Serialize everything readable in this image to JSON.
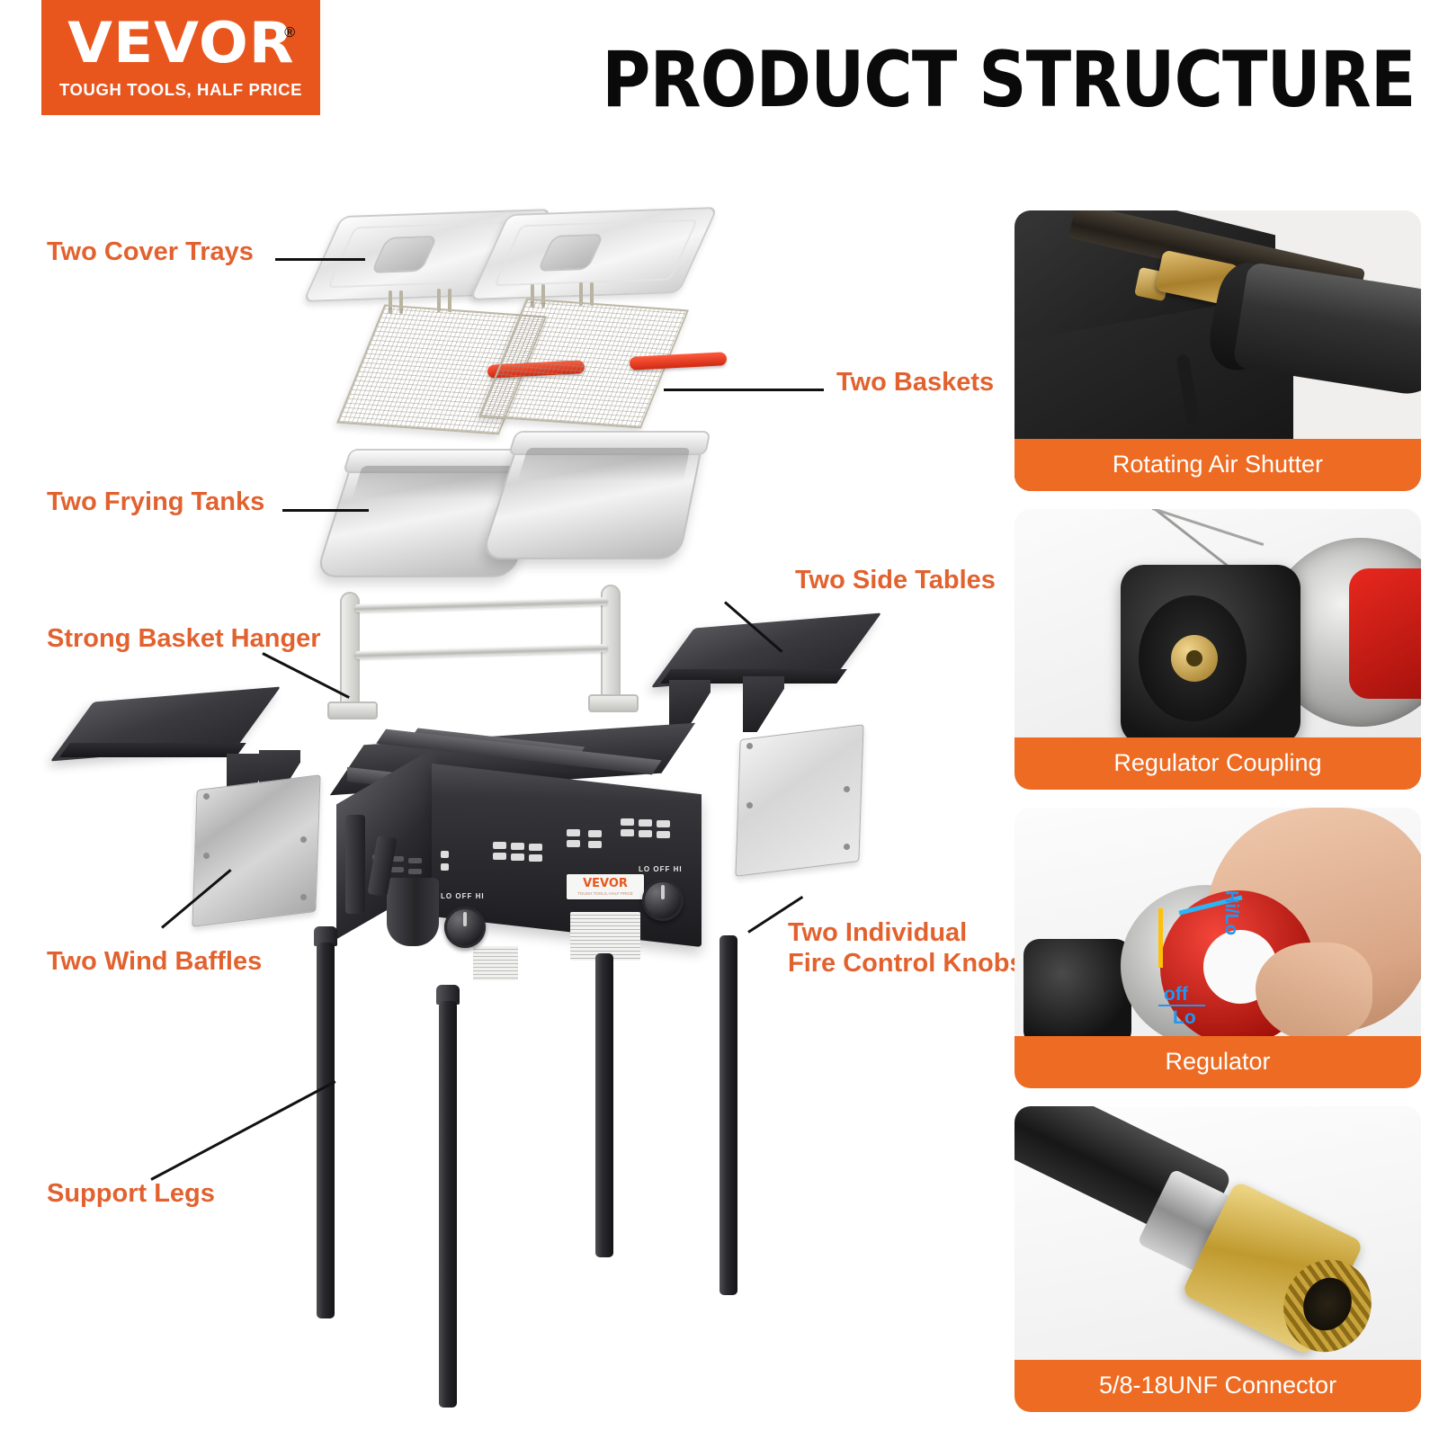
{
  "brand": {
    "name": "VEVOR",
    "registered_mark": "®",
    "tagline": "TOUGH TOOLS, HALF PRICE"
  },
  "header": {
    "title": "PRODUCT STRUCTURE"
  },
  "colors": {
    "brand_orange": "#E8561E",
    "label_orange": "#E2622F",
    "caption_orange": "#ED6B22",
    "title_black": "#0A0A0A",
    "background": "#FFFFFF"
  },
  "callouts": [
    {
      "id": "cover-trays",
      "text": "Two Cover Trays"
    },
    {
      "id": "baskets",
      "text": "Two Baskets"
    },
    {
      "id": "frying-tanks",
      "text": "Two Frying Tanks"
    },
    {
      "id": "side-tables",
      "text": "Two Side Tables"
    },
    {
      "id": "basket-hanger",
      "text": "Strong Basket Hanger"
    },
    {
      "id": "fire-knobs",
      "text": "Two Individual\nFire Control Knobs"
    },
    {
      "id": "wind-baffles",
      "text": "Two Wind Baffles"
    },
    {
      "id": "support-legs",
      "text": "Support Legs"
    }
  ],
  "thumbnails": [
    {
      "id": "rotating-air-shutter",
      "caption": "Rotating Air Shutter"
    },
    {
      "id": "regulator-coupling",
      "caption": "Regulator Coupling"
    },
    {
      "id": "regulator",
      "caption": "Regulator"
    },
    {
      "id": "connector",
      "caption": "5/8-18UNF Connector"
    }
  ],
  "regulator_markings": {
    "off": "off",
    "lo": "Lo",
    "hi_lo": "Hi/Lo"
  },
  "control_knobs": {
    "scale_left": "LO",
    "scale_mid": "OFF",
    "scale_right": "HI",
    "count": 2
  },
  "body_badge": {
    "brand": "VEVOR",
    "sub": "TOUGH TOOLS, HALF PRICE"
  },
  "parts_counts": {
    "cover_trays": 2,
    "baskets": 2,
    "frying_tanks": 2,
    "side_tables": 2,
    "wind_baffles": 2,
    "support_legs": 4,
    "basket_hangers": 1
  }
}
